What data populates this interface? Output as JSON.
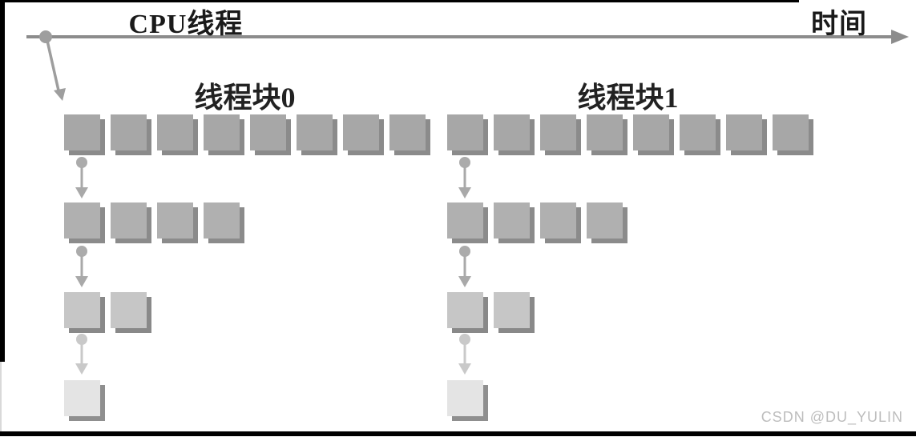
{
  "header": {
    "cpu_thread_label": "CPU线程",
    "time_label": "时间"
  },
  "diagram": {
    "type": "parallel-reduction-thread-blocks",
    "description_axis": "horizontal time axis with arrow, CPU thread forks into thread blocks",
    "blocks": [
      {
        "label": "线程块0",
        "rows": [
          {
            "count": 8
          },
          {
            "count": 4
          },
          {
            "count": 2
          },
          {
            "count": 1
          }
        ]
      },
      {
        "label": "线程块1",
        "rows": [
          {
            "count": 8
          },
          {
            "count": 4
          },
          {
            "count": 2
          },
          {
            "count": 1
          }
        ]
      }
    ],
    "row_styles": [
      {
        "face": "#a7a7a7",
        "shadow": "#8b8b8b"
      },
      {
        "face": "#b0b0b0",
        "shadow": "#8b8b8b"
      },
      {
        "face": "#c6c6c6",
        "shadow": "#898989"
      },
      {
        "face": "#e4e4e4",
        "shadow": "#8f8f8f"
      }
    ],
    "colors": {
      "timeline": "#8c8c8c",
      "fork_arrow": "#9e9e9e",
      "arrow": "#a9a9a9",
      "arrow_faded": "#c9c9c9",
      "dot": "#ababab",
      "frame": "#000000"
    }
  },
  "watermark": {
    "text": "CSDN @DU_YULIN",
    "color": "#bdbdbd"
  }
}
